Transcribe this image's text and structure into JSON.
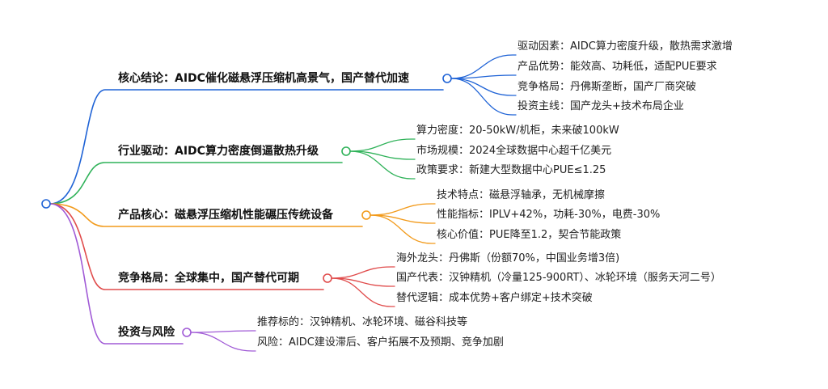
{
  "colors": {
    "blue": "#1f63d6",
    "green": "#2fb259",
    "orange": "#f29a1a",
    "red": "#e04b4b",
    "purple": "#a05ad6"
  },
  "branches": [
    {
      "label": "核心结论：AIDC催化磁悬浮压缩机高景气，国产替代加速",
      "color": "blue",
      "children": [
        "驱动因素：AIDC算力密度升级，散热需求激增",
        "产品优势：能效高、功耗低，适配PUE要求",
        "竞争格局：丹佛斯垄断，国产厂商突破",
        "投资主线：国产龙头+技术布局企业"
      ]
    },
    {
      "label": "行业驱动：AIDC算力密度倒逼散热升级",
      "color": "green",
      "children": [
        "算力密度：20-50kW/机柜，未来破100kW",
        "市场规模：2024全球数据中心超千亿美元",
        "政策要求：新建大型数据中心PUE≤1.25"
      ]
    },
    {
      "label": "产品核心：磁悬浮压缩机性能碾压传统设备",
      "color": "orange",
      "children": [
        "技术特点：磁悬浮轴承，无机械摩擦",
        "性能指标：IPLV+42%，功耗-30%，电费-30%",
        "核心价值：PUE降至1.2，契合节能政策"
      ]
    },
    {
      "label": "竞争格局：全球集中，国产替代可期",
      "color": "red",
      "children": [
        "海外龙头：丹佛斯（份额70%，中国业务增3倍)",
        "国产代表：汉钟精机（冷量125-900RT）、冰轮环境（服务天河二号）",
        "替代逻辑：成本优势+客户绑定+技术突破"
      ]
    },
    {
      "label": "投资与风险",
      "color": "purple",
      "children": [
        "推荐标的：汉钟精机、冰轮环境、磁谷科技等",
        "风险：AIDC建设滞后、客户拓展不及预期、竞争加剧"
      ]
    }
  ]
}
